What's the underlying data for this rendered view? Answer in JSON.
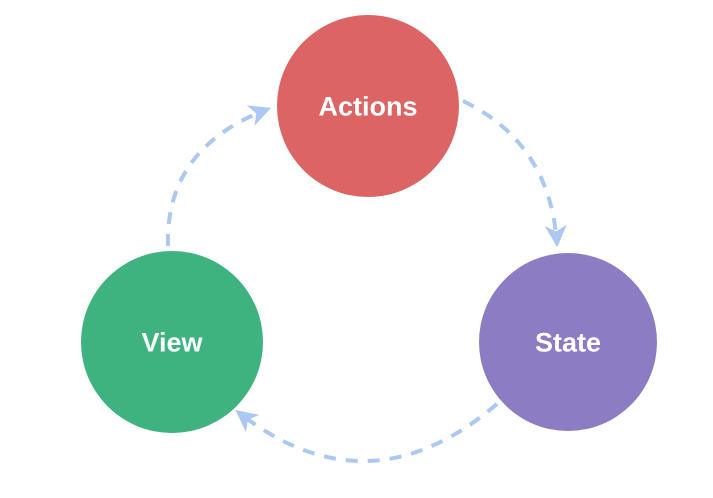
{
  "diagram": {
    "background_color": "#ffffff",
    "arrow_color": "#abc7f2",
    "label_color": "#ffffff",
    "nodes": {
      "actions": {
        "label": "Actions",
        "color": "#dc6464"
      },
      "state": {
        "label": "State",
        "color": "#8b7cc4"
      },
      "view": {
        "label": "View",
        "color": "#3eb380"
      }
    },
    "edges": [
      {
        "from": "Actions",
        "to": "State",
        "style": "dashed"
      },
      {
        "from": "State",
        "to": "View",
        "style": "dashed"
      },
      {
        "from": "View",
        "to": "Actions",
        "style": "dashed"
      }
    ]
  }
}
